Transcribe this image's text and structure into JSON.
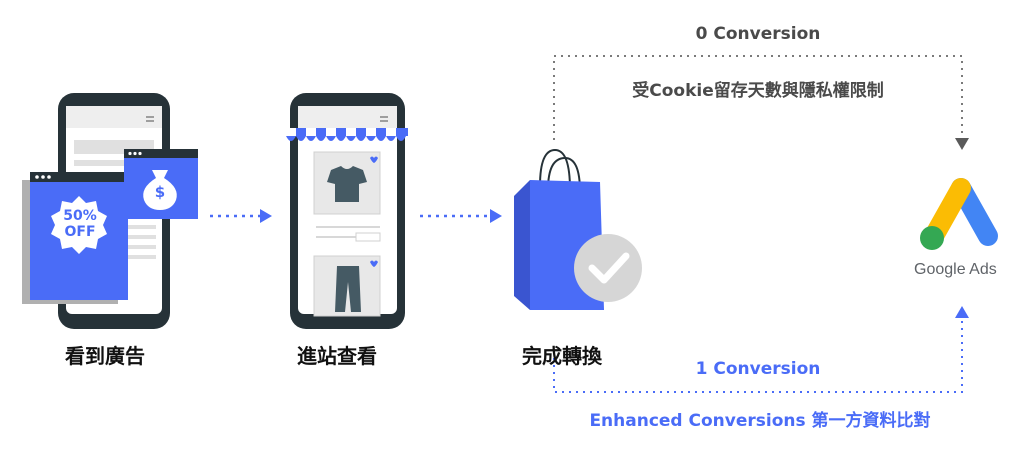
{
  "steps": [
    {
      "label": "看到廣告"
    },
    {
      "label": "進站查看"
    },
    {
      "label": "完成轉換"
    }
  ],
  "ad_badge": {
    "line1": "50%",
    "line2": "OFF"
  },
  "money_symbol": "$",
  "top_path": {
    "title": "0 Conversion",
    "subtitle": "受Cookie留存天數與隱私權限制",
    "color": "#4a4a4a"
  },
  "bottom_path": {
    "title": "1 Conversion",
    "subtitle": "Enhanced Conversions 第一方資料比對",
    "color": "#4a6cf7"
  },
  "google_ads": {
    "label": "Google Ads"
  },
  "colors": {
    "accent": "#4a6cf7",
    "phone": "#263238",
    "grey": "#b7b7b7"
  },
  "icons": [
    "phone-icon",
    "ad-window-icon",
    "money-bag-icon",
    "shop-awning-icon",
    "tshirt-icon",
    "pants-icon",
    "shopping-bag-icon",
    "check-icon",
    "google-ads-logo"
  ]
}
